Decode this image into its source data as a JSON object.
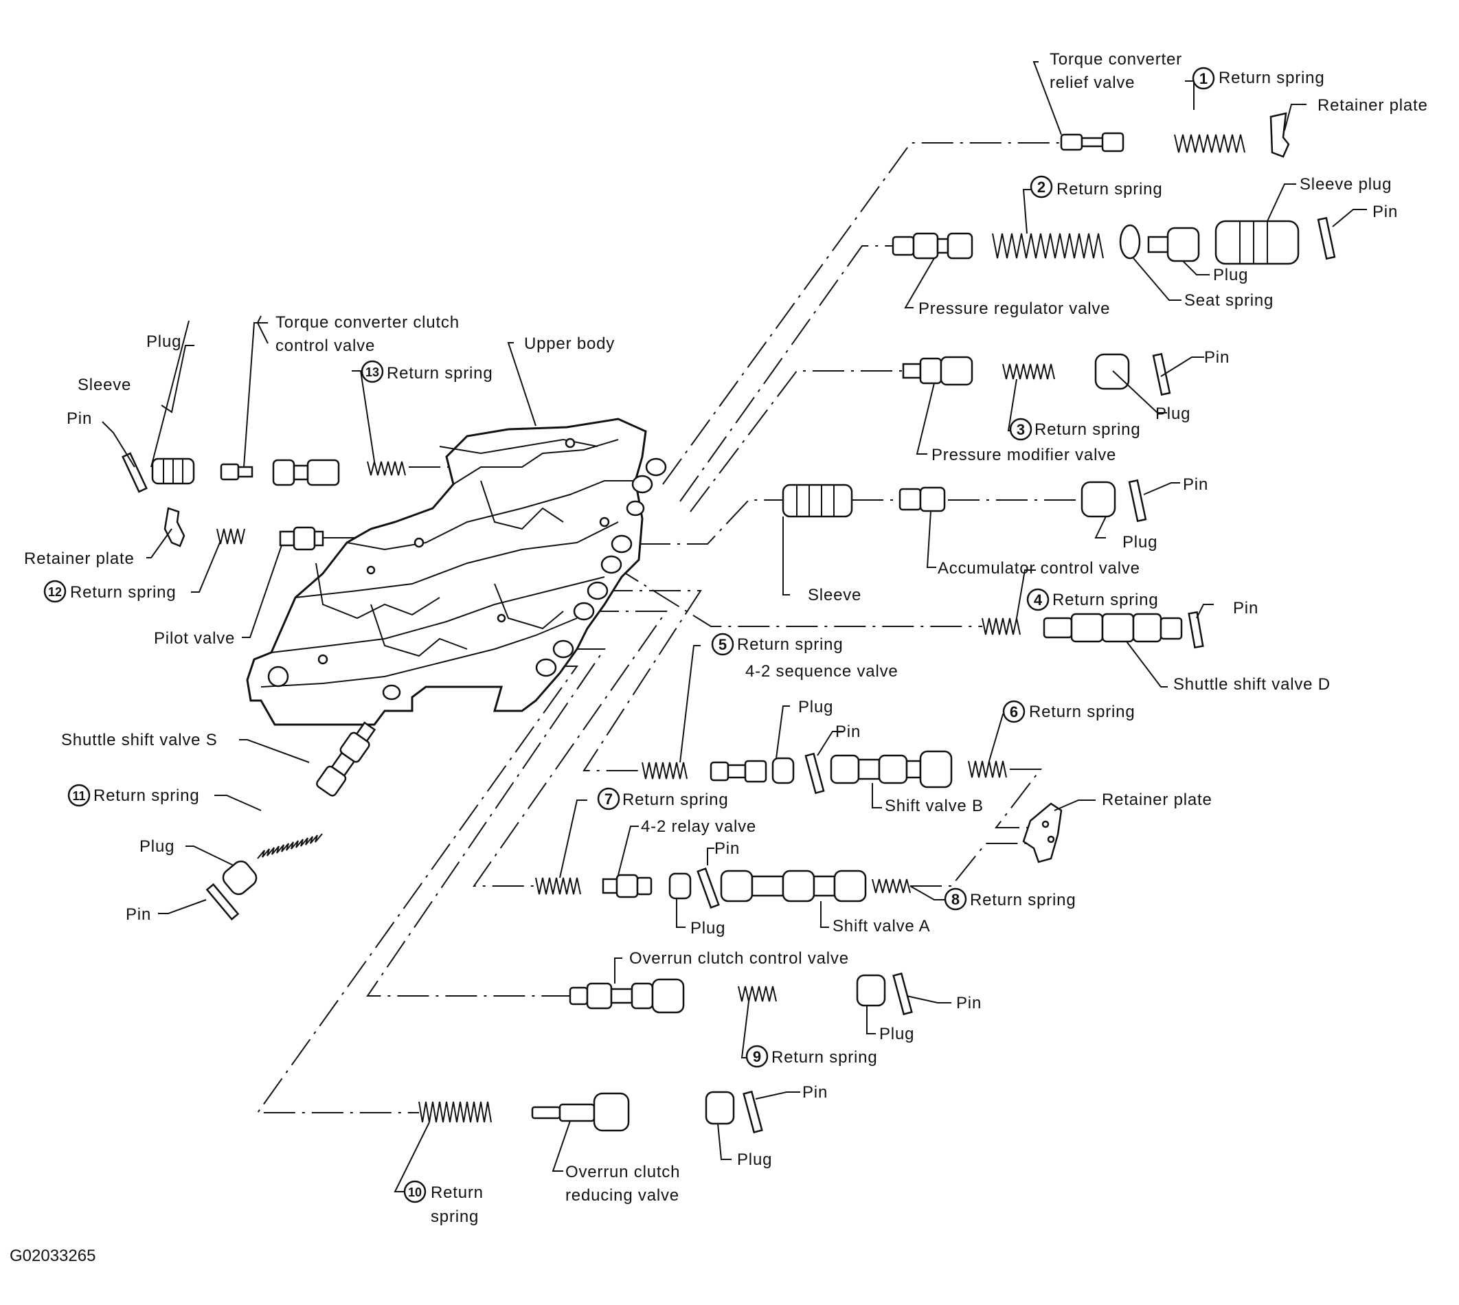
{
  "diagram": {
    "labels": {
      "tcrv_1": "Torque converter",
      "tcrv_2": "relief valve",
      "rs1": "Return spring",
      "ret_plate_1": "Retainer plate",
      "rs2": "Return spring",
      "sleeve_plug": "Sleeve plug",
      "pin_a": "Pin",
      "plug_a": "Plug",
      "seat_spring": "Seat spring",
      "pressure_regulator": "Pressure regulator valve",
      "tccv_1": "Torque converter clutch",
      "tccv_2": "control valve",
      "plug_b": "Plug",
      "sleeve_b": "Sleeve",
      "pin_b": "Pin",
      "rs13": "Return spring",
      "upper_body": "Upper body",
      "pin_c": "Pin",
      "plug_c": "Plug",
      "rs3": "Return spring",
      "pressure_modifier": "Pressure modifier valve",
      "retainer_plate_left": "Retainer plate",
      "rs12": "Return spring",
      "pilot_valve": "Pilot valve",
      "pin_d": "Pin",
      "plug_d": "Plug",
      "accumulator": "Accumulator control valve",
      "sleeve_d": "Sleeve",
      "rs4": "Return spring",
      "pin_e": "Pin",
      "shuttle_d": "Shuttle shift valve D",
      "rs5": "Return spring",
      "seq_valve": "4-2 sequence valve",
      "plug_f": "Plug",
      "pin_f": "Pin",
      "rs6": "Return spring",
      "shift_b": "Shift valve B",
      "retainer_plate_right": "Retainer plate",
      "shuttle_s": "Shuttle shift valve S",
      "rs11": "Return spring",
      "plug_g": "Plug",
      "pin_g": "Pin",
      "rs7": "Return spring",
      "relay_valve": "4-2 relay valve",
      "pin_h": "Pin",
      "plug_h": "Plug",
      "shift_a": "Shift valve A",
      "rs8": "Return spring",
      "overrun_control": "Overrun clutch control valve",
      "rs9": "Return spring",
      "plug_i": "Plug",
      "pin_i": "Pin",
      "pin_j": "Pin",
      "plug_j": "Plug",
      "rs10_1": "Return",
      "rs10_2": "spring",
      "overrun_reducing_1": "Overrun clutch",
      "overrun_reducing_2": "reducing valve",
      "code": "G02033265"
    },
    "numbers": {
      "n1": "1",
      "n2": "2",
      "n3": "3",
      "n4": "4",
      "n5": "5",
      "n6": "6",
      "n7": "7",
      "n8": "8",
      "n9": "9",
      "n10": "10",
      "n11": "11",
      "n12": "12",
      "n13": "13"
    }
  }
}
